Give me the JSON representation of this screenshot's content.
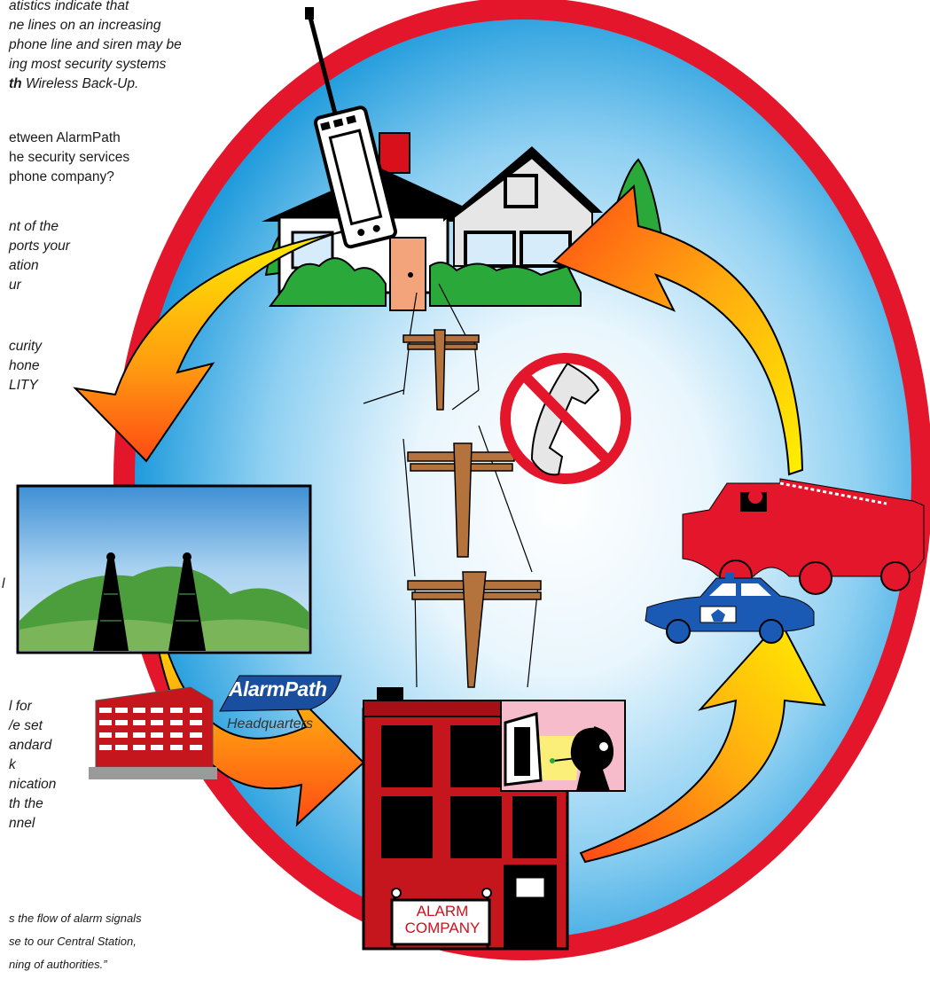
{
  "text_blocks": [
    {
      "id": "stats",
      "italic": true,
      "lines": [
        "atistics indicate that",
        "ne lines on an increasing",
        "phone line and siren may be",
        "ing most security systems"
      ]
    },
    {
      "id": "backup",
      "bold_prefix": "th",
      "text": " Wireless Back-Up."
    },
    {
      "id": "question",
      "italic": false,
      "lines": [
        "etween AlarmPath",
        "he security services",
        "phone company?"
      ]
    },
    {
      "id": "answer1",
      "italic": true,
      "lines": [
        "nt of the",
        "ports your",
        "ation",
        "ur"
      ]
    },
    {
      "id": "answer2",
      "italic": true,
      "lines": [
        "curity",
        "hone",
        "LITY"
      ]
    },
    {
      "id": "fragment_l",
      "italic": true,
      "lines": [
        "l"
      ]
    },
    {
      "id": "hq_text",
      "italic": true,
      "lines": [
        "l for",
        "/e set",
        "andard",
        "k",
        "nication",
        "th the",
        "nnel"
      ]
    }
  ],
  "caption": {
    "lines": [
      "s the flow of alarm signals",
      "se to our Central Station,",
      "ning of authorities.”"
    ]
  },
  "brand": {
    "name": "AlarmPath",
    "subtitle": "Headquarters"
  },
  "sign": {
    "line1": "ALARM",
    "line2": "COMPANY"
  },
  "colors": {
    "ring": "#e3162b",
    "sky": "#2aa0de",
    "arrow_tip": "#ffee00",
    "arrow_base": "#ff4b12",
    "building": "#c4161c",
    "tower_sky": "#6aa9d9",
    "pole": "#b4733d"
  },
  "icons": [
    "wireless-transmitter-icon",
    "house-icon",
    "no-phone-icon",
    "radio-tower-icon",
    "fire-truck-icon",
    "police-car-icon",
    "office-building-icon",
    "operator-headset-icon",
    "utility-pole-icon"
  ]
}
